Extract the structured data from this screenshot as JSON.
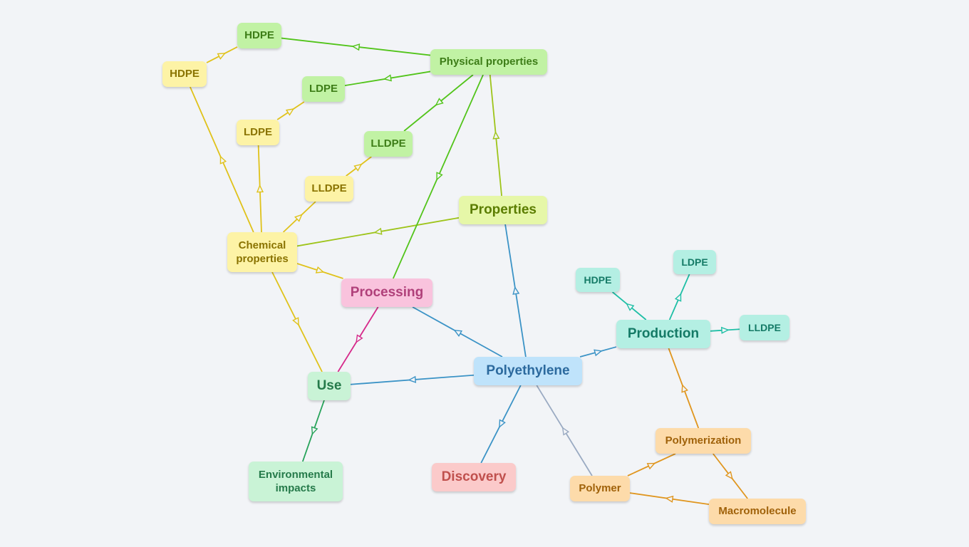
{
  "palette": {
    "green": {
      "bg": "#c1f2a4",
      "fg": "#3d7d17",
      "line": "#52c41a"
    },
    "yellow": {
      "bg": "#fdf3a6",
      "fg": "#8a7300",
      "line": "#e0c21a"
    },
    "lime": {
      "bg": "#e6f7a8",
      "fg": "#5b7d00",
      "line": "#9ec41a"
    },
    "pink": {
      "bg": "#f9c3dd",
      "fg": "#b0407a",
      "line": "#d6298a"
    },
    "mint": {
      "bg": "#c9f3d6",
      "fg": "#257a4a",
      "line": "#27a35a"
    },
    "blue": {
      "bg": "#bfe3fb",
      "fg": "#2c6a9e",
      "line": "#3b93c6"
    },
    "teal": {
      "bg": "#b4efe3",
      "fg": "#147a66",
      "line": "#1fbfa6"
    },
    "salmon": {
      "bg": "#fbcaca",
      "fg": "#c0504d",
      "line": "#e06060"
    },
    "orange": {
      "bg": "#fddbaa",
      "fg": "#a0620a",
      "line": "#e0961f"
    },
    "gray": {
      "line": "#9aaac2"
    }
  },
  "nodes": [
    {
      "id": "polyethylene",
      "label": "Polyethylene",
      "color": "blue"
    },
    {
      "id": "production",
      "label": "Production",
      "color": "teal"
    },
    {
      "id": "hdpe_prod",
      "label": "HDPE",
      "color": "teal"
    },
    {
      "id": "ldpe_prod",
      "label": "LDPE",
      "color": "teal"
    },
    {
      "id": "lldpe_prod",
      "label": "LLDPE",
      "color": "teal"
    },
    {
      "id": "polymerization",
      "label": "Polymerization",
      "color": "orange"
    },
    {
      "id": "polymer",
      "label": "Polymer",
      "color": "orange"
    },
    {
      "id": "macromolecule",
      "label": "Macromolecule",
      "color": "orange"
    },
    {
      "id": "discovery",
      "label": "Discovery",
      "color": "salmon"
    },
    {
      "id": "use",
      "label": "Use",
      "color": "mint"
    },
    {
      "id": "env",
      "label": "Environmental\nimpacts",
      "color": "mint"
    },
    {
      "id": "processing",
      "label": "Processing",
      "color": "pink"
    },
    {
      "id": "properties",
      "label": "Properties",
      "color": "lime"
    },
    {
      "id": "physical",
      "label": "Physical properties",
      "color": "green"
    },
    {
      "id": "chemical",
      "label": "Chemical\nproperties",
      "color": "yellow"
    },
    {
      "id": "hdpe_phys",
      "label": "HDPE",
      "color": "green"
    },
    {
      "id": "ldpe_phys",
      "label": "LDPE",
      "color": "green"
    },
    {
      "id": "lldpe_phys",
      "label": "LLDPE",
      "color": "green"
    },
    {
      "id": "hdpe_chem",
      "label": "HDPE",
      "color": "yellow"
    },
    {
      "id": "ldpe_chem",
      "label": "LDPE",
      "color": "yellow"
    },
    {
      "id": "lldpe_chem",
      "label": "LLDPE",
      "color": "yellow"
    }
  ],
  "edges": [
    {
      "from": "polyethylene",
      "to": "production",
      "color": "blue"
    },
    {
      "from": "polyethylene",
      "to": "properties",
      "color": "blue"
    },
    {
      "from": "polyethylene",
      "to": "processing",
      "color": "blue"
    },
    {
      "from": "polyethylene",
      "to": "use",
      "color": "blue"
    },
    {
      "from": "polyethylene",
      "to": "discovery",
      "color": "blue"
    },
    {
      "from": "polymer",
      "to": "polyethylene",
      "color": "gray"
    },
    {
      "from": "production",
      "to": "hdpe_prod",
      "color": "teal"
    },
    {
      "from": "production",
      "to": "ldpe_prod",
      "color": "teal"
    },
    {
      "from": "production",
      "to": "lldpe_prod",
      "color": "teal"
    },
    {
      "from": "polymerization",
      "to": "production",
      "color": "orange"
    },
    {
      "from": "polymerization",
      "to": "macromolecule",
      "color": "orange"
    },
    {
      "from": "polymer",
      "to": "polymerization",
      "color": "orange"
    },
    {
      "from": "macromolecule",
      "to": "polymer",
      "color": "orange"
    },
    {
      "from": "processing",
      "to": "use",
      "color": "pink"
    },
    {
      "from": "use",
      "to": "env",
      "color": "mint"
    },
    {
      "from": "properties",
      "to": "physical",
      "color": "lime"
    },
    {
      "from": "properties",
      "to": "chemical",
      "color": "lime"
    },
    {
      "from": "physical",
      "to": "hdpe_phys",
      "color": "green"
    },
    {
      "from": "physical",
      "to": "ldpe_phys",
      "color": "green"
    },
    {
      "from": "physical",
      "to": "lldpe_phys",
      "color": "green"
    },
    {
      "from": "physical",
      "to": "processing",
      "color": "green"
    },
    {
      "from": "chemical",
      "to": "hdpe_chem",
      "color": "yellow"
    },
    {
      "from": "chemical",
      "to": "ldpe_chem",
      "color": "yellow"
    },
    {
      "from": "chemical",
      "to": "lldpe_chem",
      "color": "yellow"
    },
    {
      "from": "chemical",
      "to": "processing",
      "color": "yellow"
    },
    {
      "from": "chemical",
      "to": "use",
      "color": "yellow"
    },
    {
      "from": "hdpe_chem",
      "to": "hdpe_phys",
      "color": "yellow"
    },
    {
      "from": "ldpe_chem",
      "to": "ldpe_phys",
      "color": "yellow"
    },
    {
      "from": "lldpe_chem",
      "to": "lldpe_phys",
      "color": "yellow"
    }
  ]
}
